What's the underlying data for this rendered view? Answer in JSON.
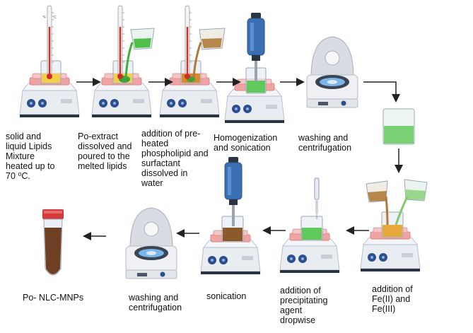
{
  "steps": [
    {
      "label": "solid and\nliquid Lipids\nMixture\nheated up to\n70 ⁰C."
    },
    {
      "label": "Po-extract\ndissolved and\npoured to the\nmelted lipids"
    },
    {
      "label": "addition of pre-\nheated\nphospholipid and\nsurfactant\ndissolved in\nwater"
    },
    {
      "label": "Homogenization\nand sonication"
    },
    {
      "label": "washing and\ncentrifugation"
    },
    {
      "label": "addition of\nFe(II) and\nFe(III)"
    },
    {
      "label": "addition of\nprecipitating\nagent\ndropwise"
    },
    {
      "label": "sonication"
    },
    {
      "label": "washing and\ncentrifugation"
    },
    {
      "label": "Po- NLC-MNPs"
    }
  ],
  "thermometer_scale": {
    "f": "°F",
    "c": "°C"
  },
  "colors": {
    "yellow_liquid": "#f2d04a",
    "green_liquid": "#5fc95b",
    "brown_liquid": "#8a5a2b",
    "heater_body": "#eef0f4",
    "heater_top": "#f2a6a6",
    "knob": "#2c4f8f",
    "homogenizer": "#3b6fb3",
    "arrow": "#222222"
  }
}
